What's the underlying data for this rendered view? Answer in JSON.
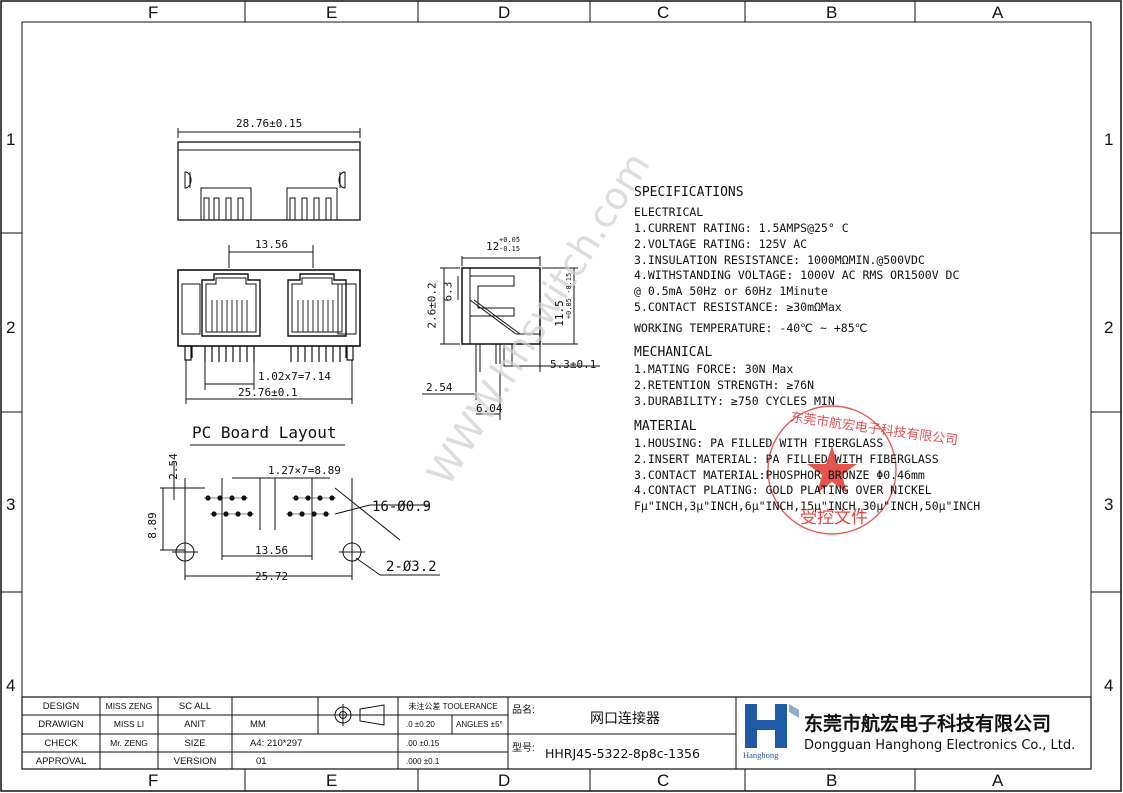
{
  "zones": {
    "columns": [
      "F",
      "E",
      "D",
      "C",
      "B",
      "A"
    ],
    "rows": [
      "1",
      "2",
      "3",
      "4"
    ]
  },
  "dimensions": {
    "top_width": "28.76±0.15",
    "port_pitch": "13.56",
    "pin_pitch": "1.02x7=7.14",
    "bottom_width": "25.76±0.1",
    "side_top": "12",
    "side_top_tol_plus": "+0.05",
    "side_top_tol_minus": "-0.15",
    "side_height_a": "6.3",
    "side_height_b": "2.6±0.2",
    "side_height_c": "11.5",
    "side_height_c_tol": "+0.05 -0.15",
    "side_depth": "5.3±0.1",
    "side_bottom_a": "2.54",
    "side_bottom_b": "6.04"
  },
  "pcb": {
    "title": "PC Board Layout",
    "dim_v_top": "2.54",
    "dim_pitch": "1.27×7=8.89",
    "dim_v_side": "8.89",
    "dim_port": "13.56",
    "dim_total": "25.72",
    "hole_small": "16-Ø0.9",
    "hole_large": "2-Ø3.2"
  },
  "specs": {
    "title": "SPECIFICATIONS",
    "electrical_header": "ELECTRICAL",
    "electrical": [
      "1.CURRENT RATING: 1.5AMPS@25° C",
      "2.VOLTAGE RATING: 125V AC",
      "3.INSULATION RESISTANCE: 1000MΩMIN.@500VDC",
      "4.WITHSTANDING VOLTAGE: 1000V AC RMS OR1500V DC",
      "@ 0.5mA 50Hz or 60Hz 1Minute",
      "5.CONTACT RESISTANCE: ≥30mΩMax"
    ],
    "working_temp": "WORKING TEMPERATURE: -40℃ ~ +85℃",
    "mechanical_header": "MECHANICAL",
    "mechanical": [
      "1.MATING FORCE: 30N Max",
      "2.RETENTION STRENGTH: ≥76N",
      "3.DURABILITY: ≥750 CYCLES MIN"
    ],
    "material_header": "MATERIAL",
    "material": [
      "1.HOUSING: PA FILLED WITH FIBERGLASS",
      "2.INSERT MATERIAL: PA FILLED WITH FIBERGLASS",
      "3.CONTACT MATERIAL:PHOSPHOR BRONZE Φ0.46mm",
      "4.CONTACT PLATING: GOLD PLATING OVER NICKEL",
      "Fμ\"INCH,3μ\"INCH,6μ\"INCH,15μ\"INCH,30μ\"INCH,50μ\"INCH"
    ]
  },
  "watermark": "WWW.hhswitch.com",
  "stamp": {
    "ring_text": "东莞市航宏电子科技有限公司",
    "center_text": "受控文件"
  },
  "title_block": {
    "design_label": "DESIGN",
    "design_value": "MISS ZENG",
    "drawing_label": "DRAWIGN",
    "drawing_value": "MISS LI",
    "check_label": "CHECK",
    "check_value": "Mr. ZENG",
    "approval_label": "APPROVAL",
    "sc_label": "SC ALL",
    "unit_label": "ANIT",
    "unit_value": "MM",
    "size_label": "SIZE",
    "size_value": "A4: 210*297",
    "version_label": "VERSION",
    "version_value": "01",
    "tolerance_header": "未注公差 TOOLERANCE",
    "tol_1": ".0  ±0.20",
    "tol_angles": "ANGLES  ±5°",
    "tol_2": ".00  ±0.15",
    "tol_3": ".000  ±0.1",
    "name_label": "品名:",
    "name_value": "网口连接器",
    "part_label": "型号:",
    "part_value": "HHRJ45-5322-8p8c-1356",
    "company_cn": "东莞市航宏电子科技有限公司",
    "company_en": "Dongguan Hanghong Electronics Co., Ltd.",
    "logo_text": "Hanghong",
    "brand_color": "#1f5aa6"
  }
}
